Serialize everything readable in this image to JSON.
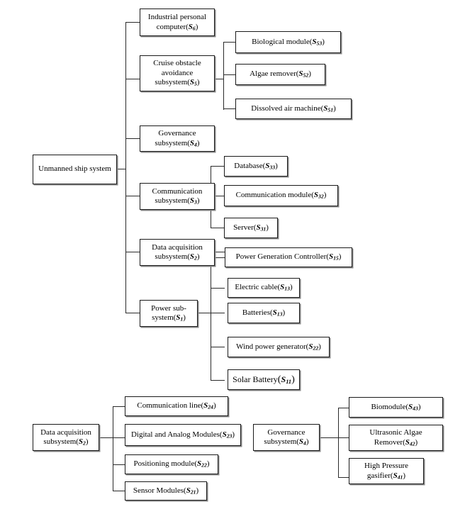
{
  "diagram": {
    "title": "Unmanned ship system hierarchical decomposition",
    "type": "tree-block-diagram",
    "background_color": "#ffffff",
    "box_border_color": "#1a1a1a",
    "box_shadow_color": "#8a8a8a",
    "connector_color": "#2a2a2a"
  },
  "upper_tree": {
    "root": {
      "label": "Unmanned ship system"
    },
    "level1": [
      {
        "label": "Industrial personal computer(S6)",
        "text_lines": "Industrial personal\ncomputer",
        "symbol": "S",
        "sub": "6"
      },
      {
        "label": "Cruise obstacle avoidance subsystem(S5)",
        "text_lines": "Cruise obstacle\navoidance\nsubsystem",
        "symbol": "S",
        "sub": "5"
      },
      {
        "label": "Governance subsystem(S4)",
        "text_lines": "Governance\nsubsystem",
        "symbol": "S",
        "sub": "4"
      },
      {
        "label": "Communication subsystem(S3)",
        "text_lines": "Communication\nsubsystem",
        "symbol": "S",
        "sub": "3"
      },
      {
        "label": "Data acquisition subsystem(S2)",
        "text_lines": "Data acquisition\nsubsystem",
        "symbol": "S",
        "sub": "2"
      },
      {
        "label": "Power sub-system(S1)",
        "text_lines": "Power sub-\nsystem",
        "symbol": "S",
        "sub": "1"
      }
    ],
    "cruise_children": [
      {
        "label": "Biological module(S53)",
        "text": "Biological module",
        "symbol": "S",
        "sub": "53"
      },
      {
        "label": "Algae remover(S52)",
        "text": "Algae remover",
        "symbol": "S",
        "sub": "52"
      },
      {
        "label": "Dissolved air machine(S51)",
        "text": "Dissolved air machine",
        "symbol": "S",
        "sub": "51"
      }
    ],
    "communication_children": [
      {
        "label": "Database(S33)",
        "text": "Database",
        "symbol": "S",
        "sub": "33"
      },
      {
        "label": "Communication module(S32)",
        "text": "Communication module",
        "symbol": "S",
        "sub": "32"
      },
      {
        "label": "Server(S31)",
        "text": "Server",
        "symbol": "S",
        "sub": "31"
      }
    ],
    "power_children": [
      {
        "label": "Power Generation Controller(S15)",
        "text": "Power Generation Controller",
        "symbol": "S",
        "sub": "15"
      },
      {
        "label": "Electric cable(S13)",
        "text": "Electric cable",
        "symbol": "S",
        "sub": "13"
      },
      {
        "label": "Batteries(S13)",
        "text": "Batteries",
        "symbol": "S",
        "sub": "13"
      },
      {
        "label": "Wind power generator(S22)",
        "text": "Wind power generator",
        "symbol": "S",
        "sub": "22"
      },
      {
        "label": "Solar Battery(S11)",
        "text": "Solar Battery",
        "symbol": "S",
        "sub": "11"
      }
    ]
  },
  "lower_left_tree": {
    "root": {
      "label": "Data acquisition subsystem(S2)",
      "text_lines": "Data acquisition\nsubsystem",
      "symbol": "S",
      "sub": "2"
    },
    "children": [
      {
        "label": "Communication line(S24)",
        "text": "Communication line",
        "symbol": "S",
        "sub": "24"
      },
      {
        "label": "Digital and Analog Modules(S23)",
        "text": "Digital and Analog Modules",
        "symbol": "S",
        "sub": "23"
      },
      {
        "label": "Positioning module(S22)",
        "text": "Positioning module",
        "symbol": "S",
        "sub": "22"
      },
      {
        "label": "Sensor Modules(S21)",
        "text": "Sensor Modules",
        "symbol": "S",
        "sub": "21"
      }
    ]
  },
  "lower_right_tree": {
    "root": {
      "label": "Governance subsystem(S4)",
      "text_lines": "Governance\nsubsystem",
      "symbol": "S",
      "sub": "4"
    },
    "children": [
      {
        "label": "Biomodule(S43)",
        "text": "Biomodule",
        "symbol": "S",
        "sub": "43"
      },
      {
        "label": "Ultrasonic Algae Remover(S42)",
        "text_lines": "Ultrasonic Algae\nRemover",
        "symbol": "S",
        "sub": "42"
      },
      {
        "label": "High Pressure gasifier(S41)",
        "text_lines": "High Pressure\ngasifier",
        "symbol": "S",
        "sub": "41"
      }
    ]
  }
}
